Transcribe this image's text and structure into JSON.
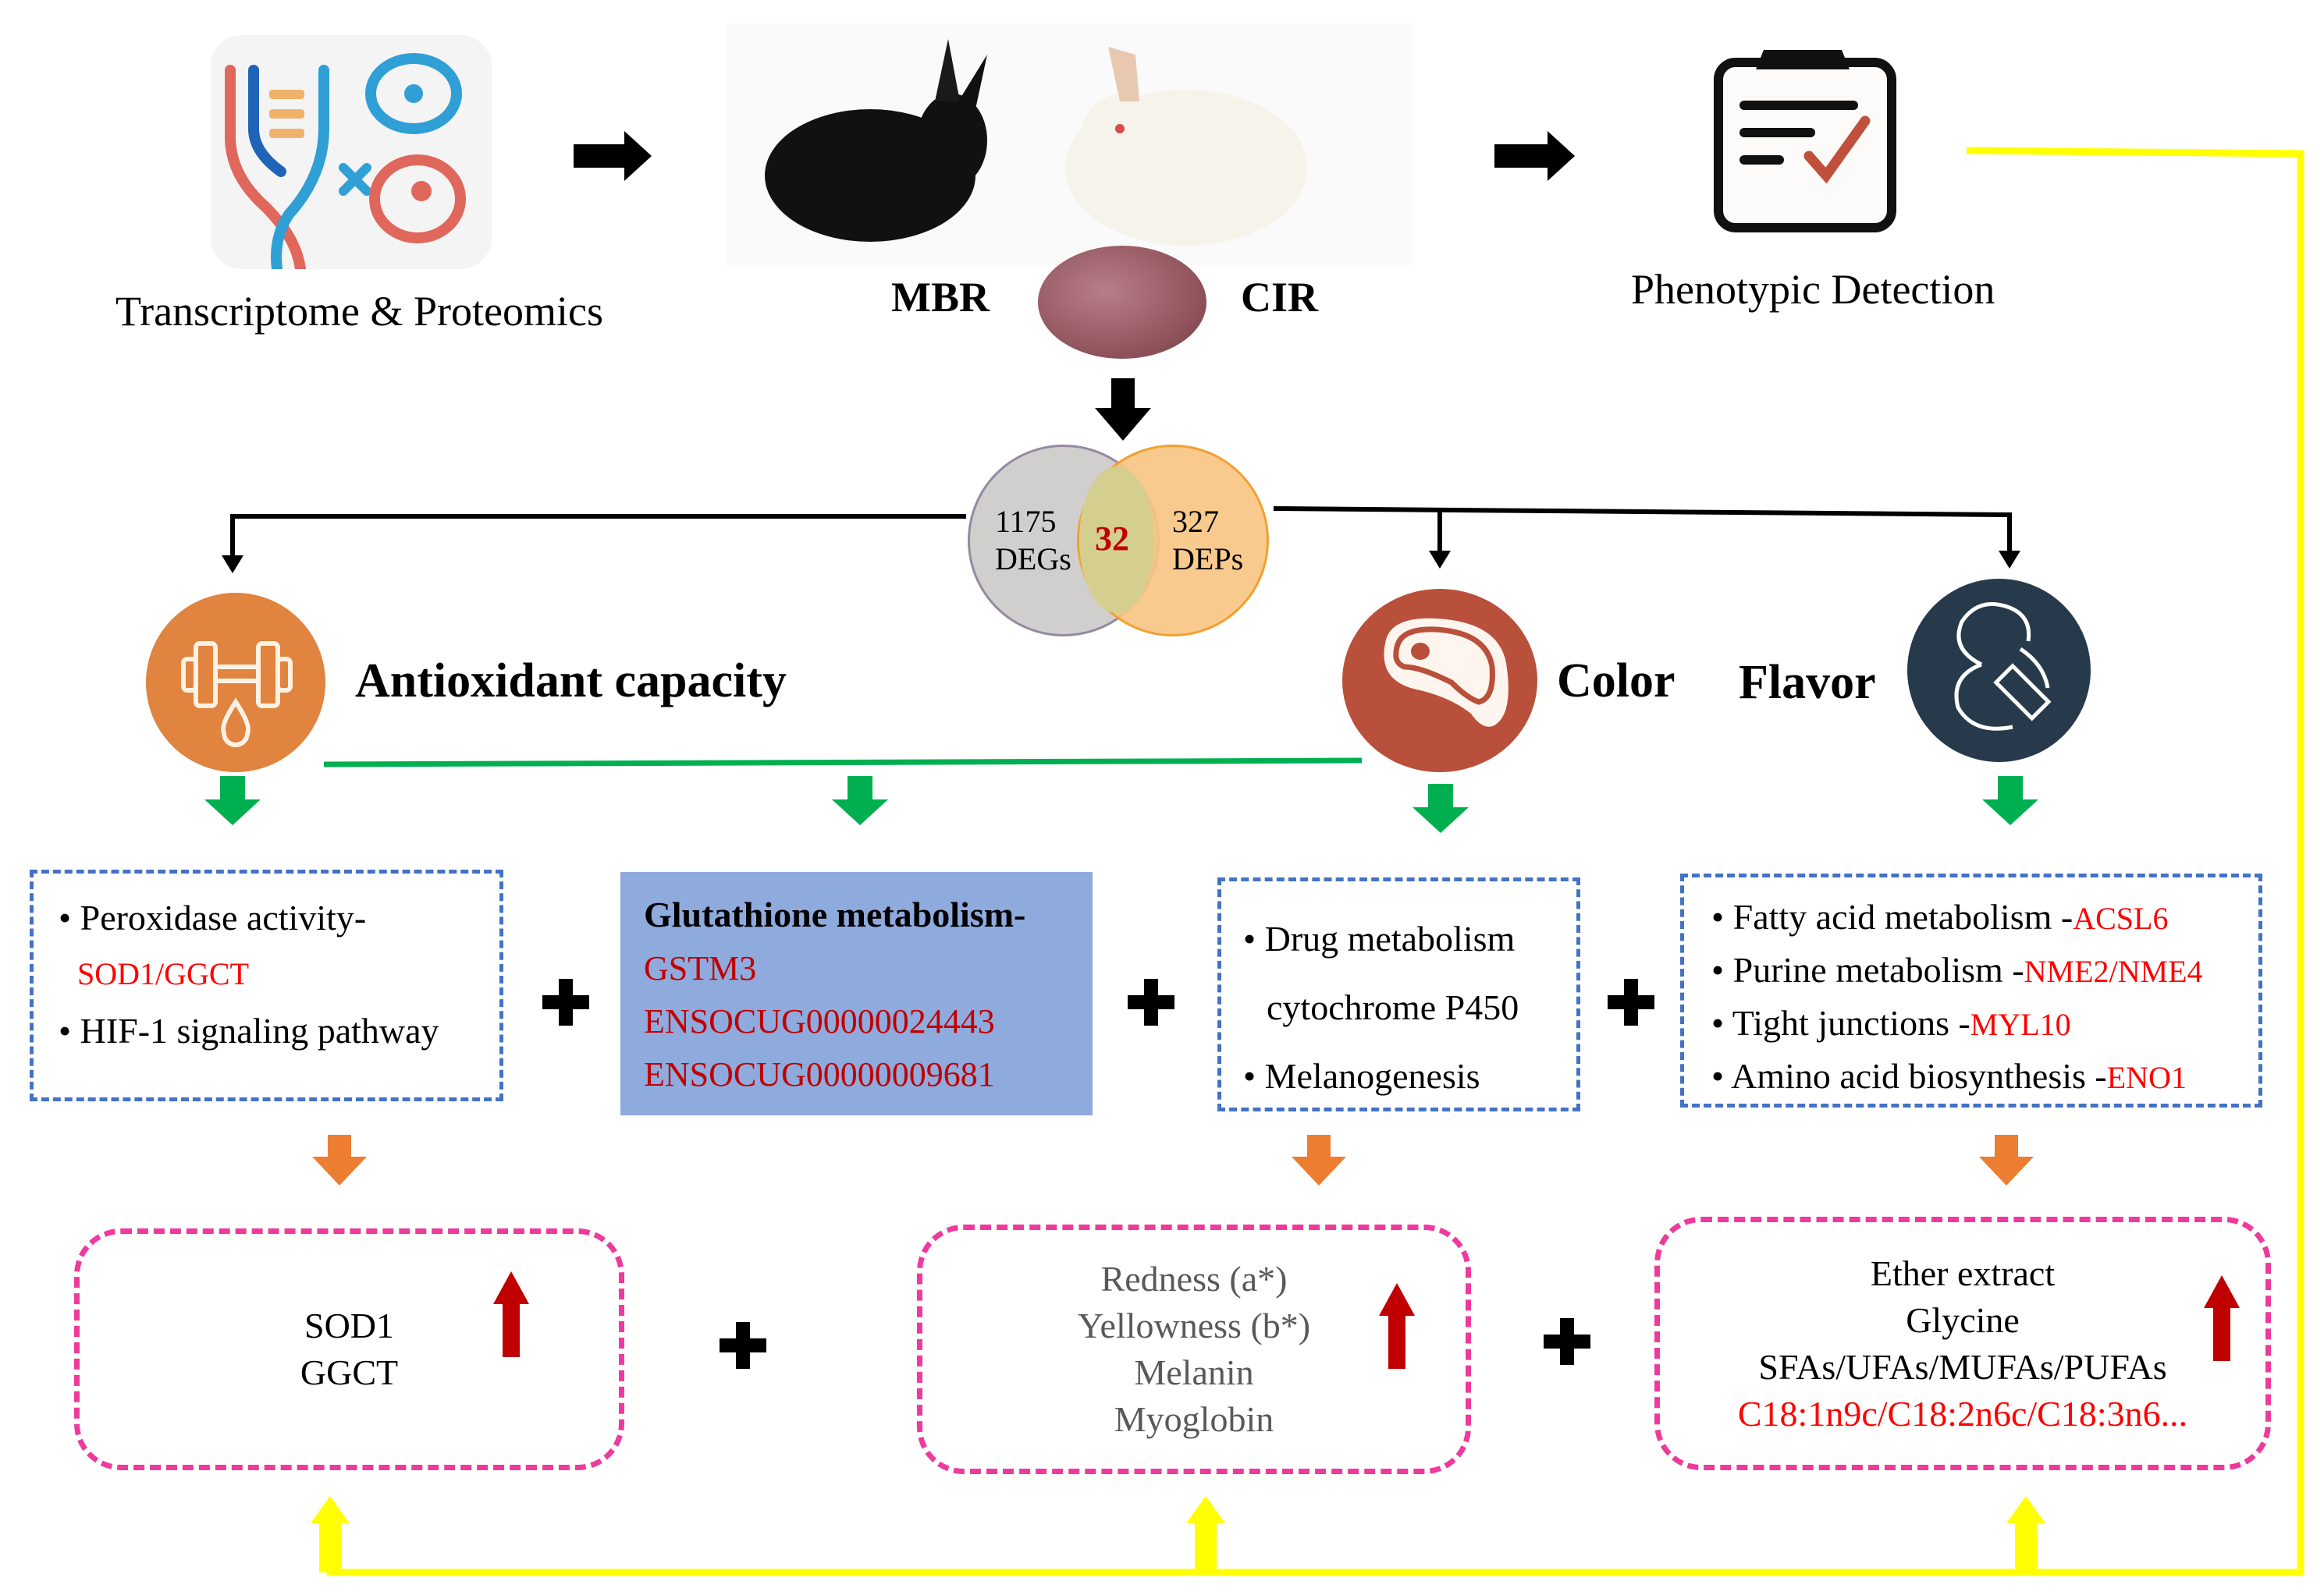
{
  "top_row": {
    "omics_label": "Transcriptome & Proteomics",
    "breed_left": "MBR",
    "breed_right": "CIR",
    "phenotype_label": "Phenotypic Detection"
  },
  "venn": {
    "left_count": "1175",
    "left_label": "DEGs",
    "overlap_count": "32",
    "right_count": "327",
    "right_label": "DEPs"
  },
  "categories": {
    "antioxidant": "Antioxidant capacity",
    "color": "Color",
    "flavor": "Flavor"
  },
  "pathways": {
    "antioxidant": {
      "item1": "• Peroxidase activity-",
      "item1_genes": "SOD1/GGCT",
      "item2": "• HIF-1 signaling pathway"
    },
    "glutathione": {
      "title": "Glutathione metabolism-",
      "genes": [
        "GSTM3",
        "ENSOCUG00000024443",
        "ENSOCUG00000009681"
      ]
    },
    "color": {
      "item1": "• Drug metabolism",
      "item1_cont": "cytochrome P450",
      "item2": "• Melanogenesis"
    },
    "flavor": [
      {
        "text": "• Fatty acid metabolism -",
        "gene": "ACSL6"
      },
      {
        "text": "• Purine metabolism -",
        "gene": "NME2/NME4"
      },
      {
        "text": "• Tight junctions -",
        "gene": "MYL10"
      },
      {
        "text": "• Amino acid biosynthesis -",
        "gene": "ENO1"
      }
    ]
  },
  "phenotypes": {
    "antioxidant": [
      "SOD1",
      "GGCT"
    ],
    "color": [
      "Redness (a*)",
      "Yellowness (b*)",
      "Melanin",
      "Myoglobin"
    ],
    "flavor": [
      "Ether extract",
      "Glycine",
      "SFAs/UFAs/MUFAs/PUFAs"
    ],
    "flavor_highlight": "C18:1n9c/C18:2n6c/C18:3n6..."
  },
  "colors": {
    "green_arrow": "#00b050",
    "orange_arrow": "#ed7d31",
    "up_arrow": "#c00000",
    "feedback_line": "#ffff00",
    "pathway_border": "#4472c4",
    "phenotype_border": "#ee3a9c",
    "glutathione_fill": "#8faadc"
  }
}
